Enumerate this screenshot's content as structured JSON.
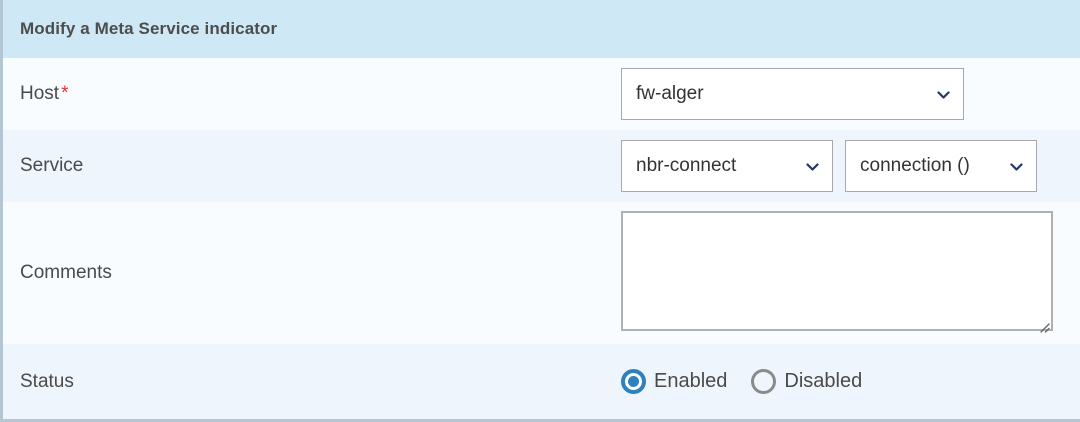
{
  "header": {
    "title": "Modify a Meta Service indicator"
  },
  "colors": {
    "header_bg": "#cfe8f5",
    "row_shade_light": "#f9fcff",
    "row_shade_blue": "#eef5fd",
    "panel_border": "#b3c6d4",
    "required_star": "#ee2f2f",
    "radio_selected": "#2f80bf",
    "radio_unselected": "#8a8a8a",
    "chevron": "#1f3864",
    "label_text": "#4a4a4a"
  },
  "form": {
    "rows": [
      {
        "key": "host",
        "label": "Host",
        "required": true,
        "required_marker": "*"
      },
      {
        "key": "service",
        "label": "Service",
        "required": false,
        "required_marker": ""
      },
      {
        "key": "comments",
        "label": "Comments",
        "required": false,
        "required_marker": ""
      },
      {
        "key": "status",
        "label": "Status",
        "required": false,
        "required_marker": ""
      }
    ],
    "host_select": {
      "value": "fw-alger",
      "icon": "chevron-down-icon"
    },
    "service_select": {
      "value": "nbr-connect",
      "icon": "chevron-down-icon"
    },
    "metric_select": {
      "value": "connection ()",
      "icon": "chevron-down-icon"
    },
    "comments_textarea": {
      "value": "",
      "placeholder": ""
    },
    "status_radios": [
      {
        "label": "Enabled",
        "selected": true
      },
      {
        "label": "Disabled",
        "selected": false
      }
    ]
  }
}
